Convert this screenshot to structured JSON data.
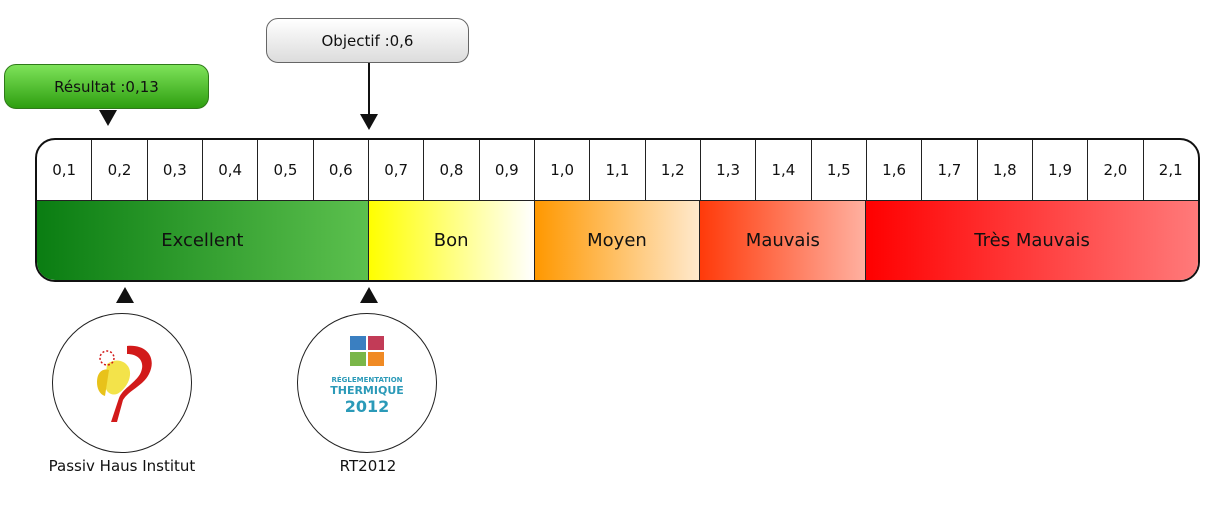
{
  "objective": {
    "label": "Objectif :0,6",
    "value": 0.6
  },
  "result": {
    "label": "Résultat :0,13",
    "value": 0.13
  },
  "scale": {
    "ticks": [
      "0,1",
      "0,2",
      "0,3",
      "0,4",
      "0,5",
      "0,6",
      "0,7",
      "0,8",
      "0,9",
      "1,0",
      "1,1",
      "1,2",
      "1,3",
      "1,4",
      "1,5",
      "1,6",
      "1,7",
      "1,8",
      "1,9",
      "2,0",
      "2,1"
    ],
    "bands": [
      {
        "label": "Excellent",
        "span": 6,
        "color_from": "#0a7d12",
        "color_to": "#5cc04e"
      },
      {
        "label": "Bon",
        "span": 3,
        "color_from": "#ffff00",
        "color_to": "#ffffff"
      },
      {
        "label": "Moyen",
        "span": 3,
        "color_from": "#ff9800",
        "color_to": "#ffe9cc"
      },
      {
        "label": "Mauvais",
        "span": 3,
        "color_from": "#ff3a0a",
        "color_to": "#ffb0a0"
      },
      {
        "label": "Très Mauvais",
        "span": 6,
        "color_from": "#ff0000",
        "color_to": "#ff7a7a"
      }
    ]
  },
  "logos": {
    "passivhaus": {
      "caption": "Passiv Haus Institut",
      "icon": "passivhaus-logo"
    },
    "rt2012": {
      "caption": "RT2012",
      "icon": "rt2012-logo",
      "line1": "RÉGLEMENTATION",
      "line2": "THERMIQUE",
      "line3": "2012"
    }
  }
}
